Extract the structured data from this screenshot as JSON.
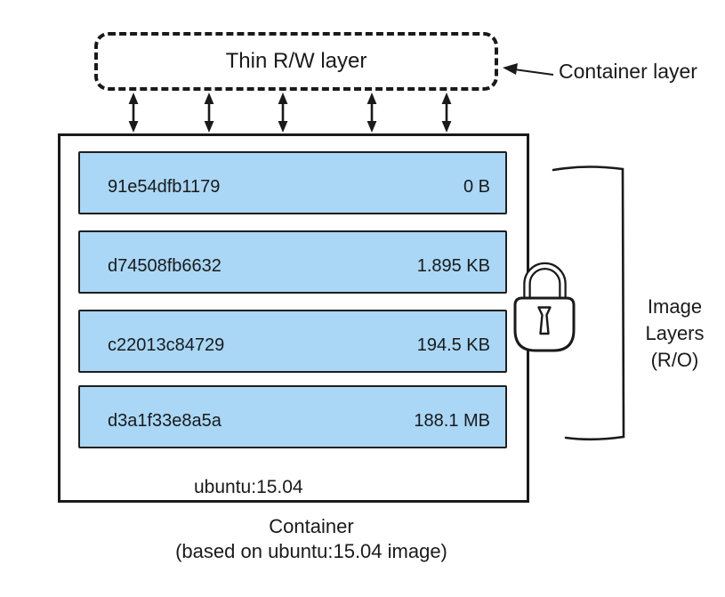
{
  "colors": {
    "stroke": "#1a1a1a",
    "layer_fill": "#a9d7f5"
  },
  "thin_rw_layer": {
    "label": "Thin R/W layer"
  },
  "container_layer": {
    "label": "Container layer"
  },
  "layers": [
    {
      "id": "91e54dfb1179",
      "size": "0 B"
    },
    {
      "id": "d74508fb6632",
      "size": "1.895 KB"
    },
    {
      "id": "c22013c84729",
      "size": "194.5 KB"
    },
    {
      "id": "d3a1f33e8a5a",
      "size": "188.1 MB"
    }
  ],
  "base_image": {
    "label": "ubuntu:15.04"
  },
  "image_layers_label": {
    "lines": [
      "Image",
      "Layers",
      "(R/O)"
    ]
  },
  "caption": {
    "line1": "Container",
    "line2": "(based on ubuntu:15.04 image)"
  },
  "icons": {
    "lock": "lock-icon",
    "arrows": "bidirectional-arrow-icon"
  }
}
